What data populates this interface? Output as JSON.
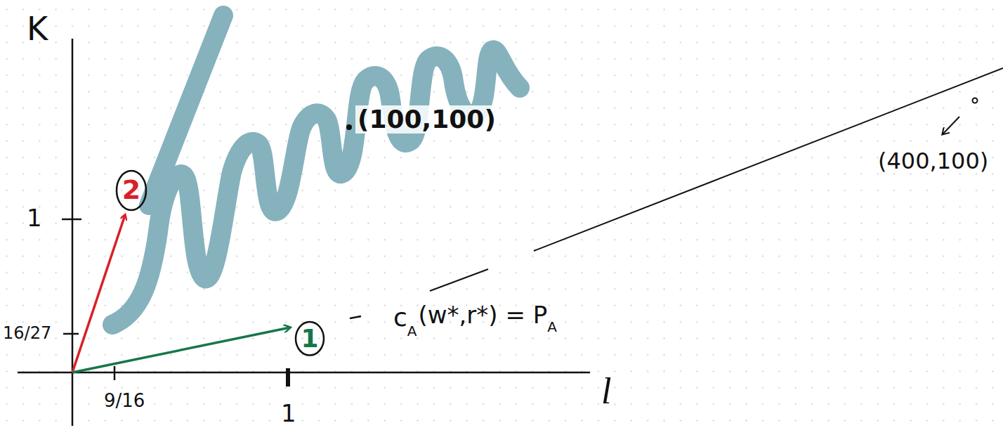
{
  "diagram": {
    "nodes": [
      {
        "text": [
          "2"
        ]
      },
      {
        "text": [
          "1"
        ]
      }
    ],
    "labels": [
      "K",
      "1",
      "16/27",
      "9/16",
      "1",
      "l",
      "(100,100)",
      "(400,100)",
      "c",
      "A",
      "(w*,r*) = P",
      "A"
    ]
  }
}
